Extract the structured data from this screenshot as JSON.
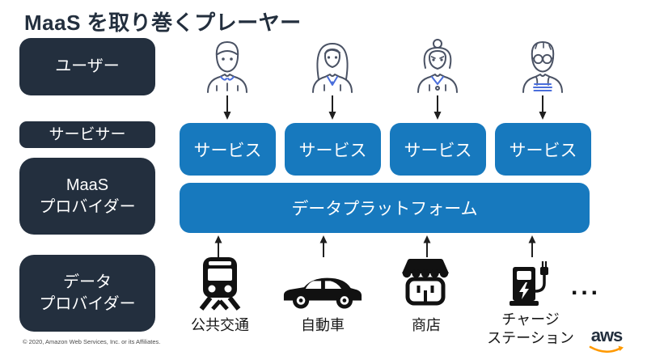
{
  "title": "MaaS を取り巻くプレーヤー",
  "legend": {
    "user": "ユーザー",
    "servicer": "サービサー",
    "maas_provider_line1": "MaaS",
    "maas_provider_line2": "プロバイダー",
    "data_provider_line1": "データ",
    "data_provider_line2": "プロバイダー"
  },
  "users": [
    {
      "icon": "male-user-icon"
    },
    {
      "icon": "female-user-icon"
    },
    {
      "icon": "senior-user-icon"
    },
    {
      "icon": "young-user-glasses-icon"
    }
  ],
  "services": [
    "サービス",
    "サービス",
    "サービス",
    "サービス"
  ],
  "platform": "データプラットフォーム",
  "sources": [
    {
      "label": "公共交通",
      "icon": "train-icon"
    },
    {
      "label": "自動車",
      "icon": "car-icon"
    },
    {
      "label": "商店",
      "icon": "store-icon"
    },
    {
      "label_line1": "チャージ",
      "label_line2": "ステーション",
      "icon": "ev-charger-icon"
    }
  ],
  "ellipsis": "...",
  "footer": {
    "copyright": "© 2020, Amazon Web Services, Inc. or its Affiliates.",
    "logo_text": "aws"
  },
  "colors": {
    "navy": "#232F3E",
    "blue": "#1779BE",
    "person_outline": "#4A5264",
    "person_accent_blue": "#4A6EDB",
    "icon_black": "#111111",
    "aws_orange": "#FF9900"
  }
}
